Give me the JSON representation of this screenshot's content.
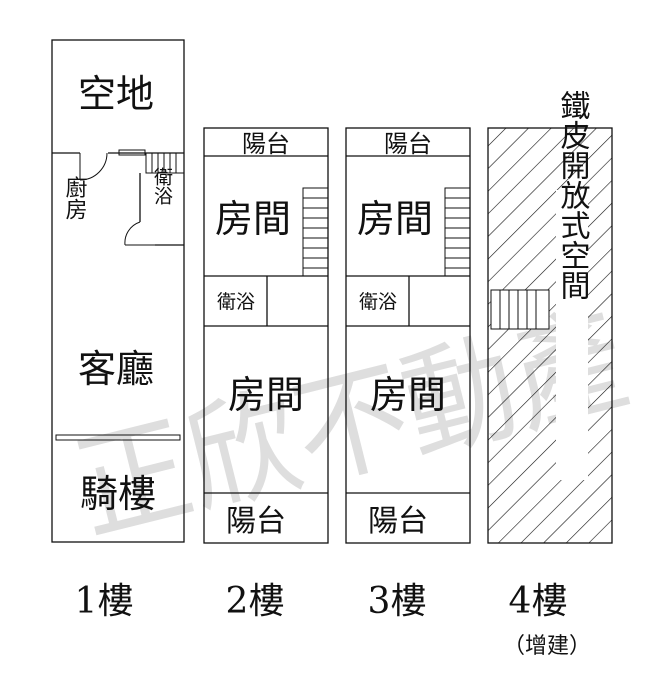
{
  "floors": [
    {
      "label": "1樓",
      "rooms": {
        "open_space": "空地",
        "kitchen": "廚房",
        "bathroom": "衛浴",
        "living_room": "客廳",
        "arcade": "騎樓"
      }
    },
    {
      "label": "2樓",
      "rooms": {
        "balcony_top": "陽台",
        "room_top": "房間",
        "bathroom": "衛浴",
        "room_bottom": "房間",
        "balcony_bottom": "陽台"
      }
    },
    {
      "label": "3樓",
      "rooms": {
        "balcony_top": "陽台",
        "room_top": "房間",
        "bathroom": "衛浴",
        "room_bottom": "房間",
        "balcony_bottom": "陽台"
      }
    },
    {
      "label": "4樓",
      "sublabel": "（增建）",
      "rooms": {
        "iron_open_space": "鐵皮開放式空間"
      }
    }
  ],
  "watermark": "正欣不動產"
}
